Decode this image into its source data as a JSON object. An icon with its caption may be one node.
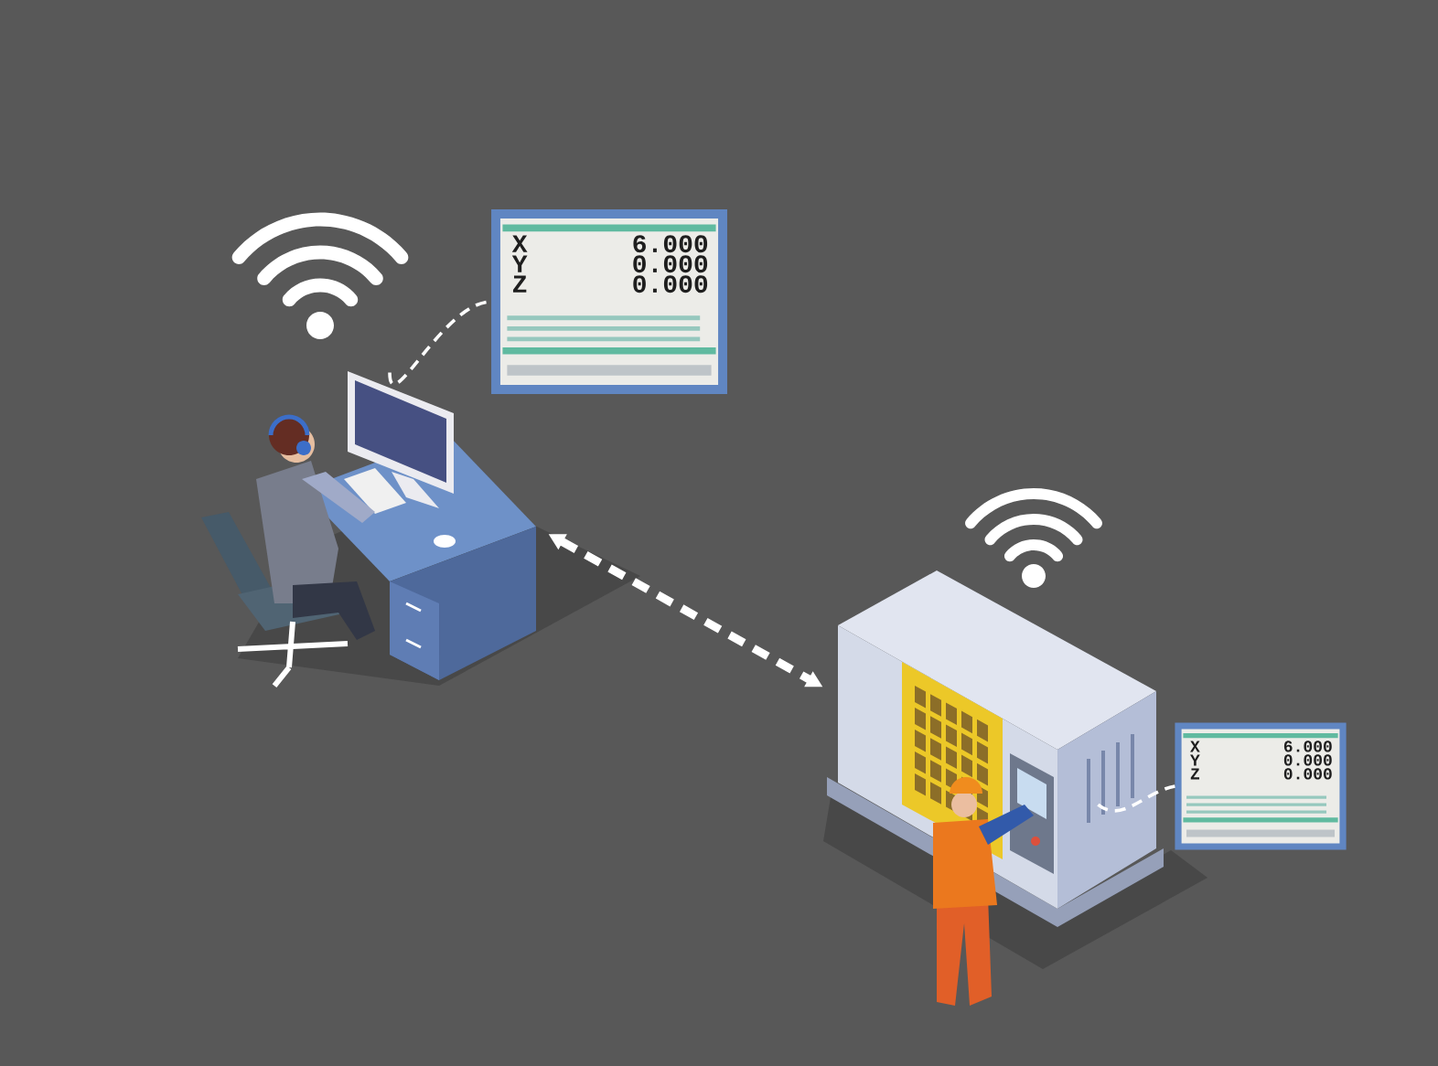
{
  "diagram": {
    "nodes": [
      {
        "text": [],
        "shape": "picture"
      },
      {
        "text": [
          "X",
          "6.000",
          "Y",
          "0.000",
          "Z",
          "0.000"
        ]
      },
      {
        "text": [],
        "shape": "picture"
      },
      {
        "text": [
          "X",
          "6.000",
          "Y",
          "0.000",
          "Z",
          "0.000"
        ]
      }
    ],
    "edges": [
      {
        "from": 0,
        "to": 1,
        "arrow": "none",
        "style": "dashed"
      },
      {
        "from": 0,
        "to": 2,
        "arrow": "both",
        "style": "dashed"
      },
      {
        "from": 2,
        "to": 3,
        "arrow": "none",
        "style": "dashed"
      }
    ]
  }
}
